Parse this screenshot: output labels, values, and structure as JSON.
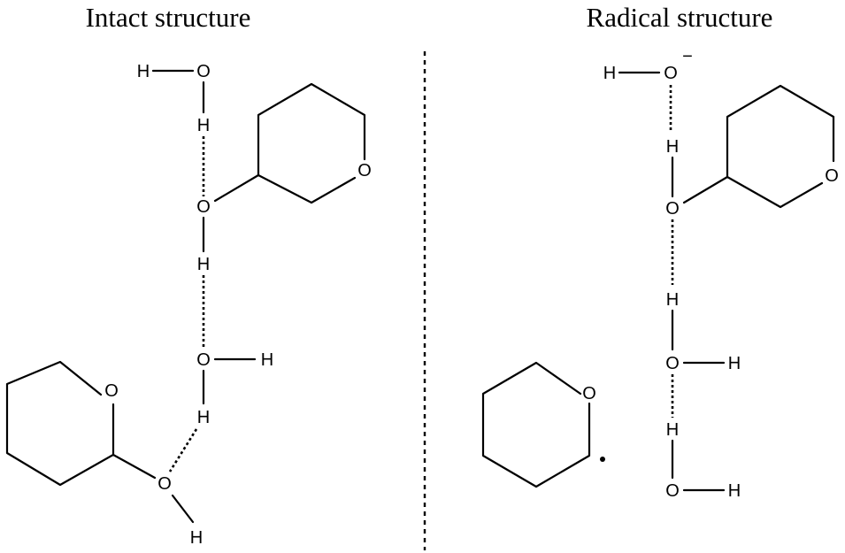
{
  "titles": {
    "left": "Intact structure",
    "right": "Radical structure"
  },
  "atoms": {
    "H": "H",
    "O": "O"
  },
  "charge": {
    "anion": "−"
  },
  "radical_symbol": "dot"
}
